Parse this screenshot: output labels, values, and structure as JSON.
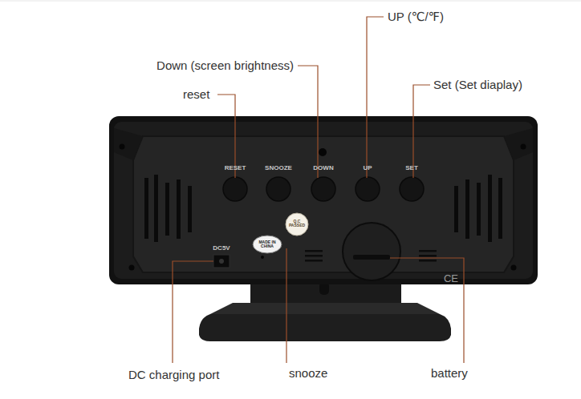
{
  "diagram": {
    "labels": [
      "UP (℃/℉)",
      "Down (screen brightness)",
      "reset",
      "Set (Set diaplay)",
      "RESET",
      "SNOOZE",
      "DOWN",
      "UP",
      "SET",
      "Q.C PASSED",
      "MADE IN CHINA",
      "DC5V",
      "CE",
      "DC charging port",
      "snooze",
      "battery"
    ]
  }
}
